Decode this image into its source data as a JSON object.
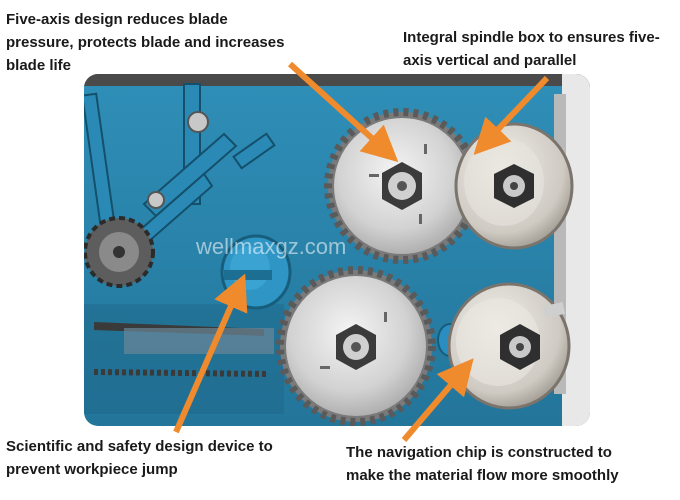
{
  "callouts": {
    "top_left": "Five-axis design reduces blade pressure, protects blade and increases blade life",
    "top_right": "Integral spindle box to ensures five-axis vertical and parallel",
    "bottom_left": "Scientific and safety design device to prevent workpiece jump",
    "bottom_right": "The navigation chip is constructed to make the material flow more smoothly"
  },
  "watermark": "wellmaxgz.com",
  "colors": {
    "arrow": "#ef8a2d",
    "machine_blue": "#2c8fbe",
    "blade_silver": "#d9d9d9"
  }
}
